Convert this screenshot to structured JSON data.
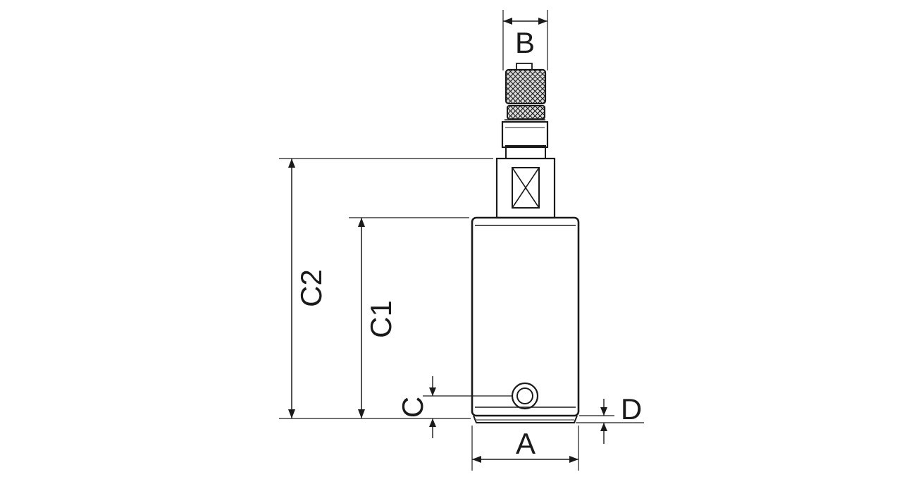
{
  "diagram": {
    "labels": {
      "a": "A",
      "b": "B",
      "c": "C",
      "c1": "C1",
      "c2": "C2",
      "d": "D"
    },
    "colors": {
      "line": "#1a1a1a",
      "background": "#ffffff",
      "knurl_fill": "#dcdcdc"
    }
  }
}
